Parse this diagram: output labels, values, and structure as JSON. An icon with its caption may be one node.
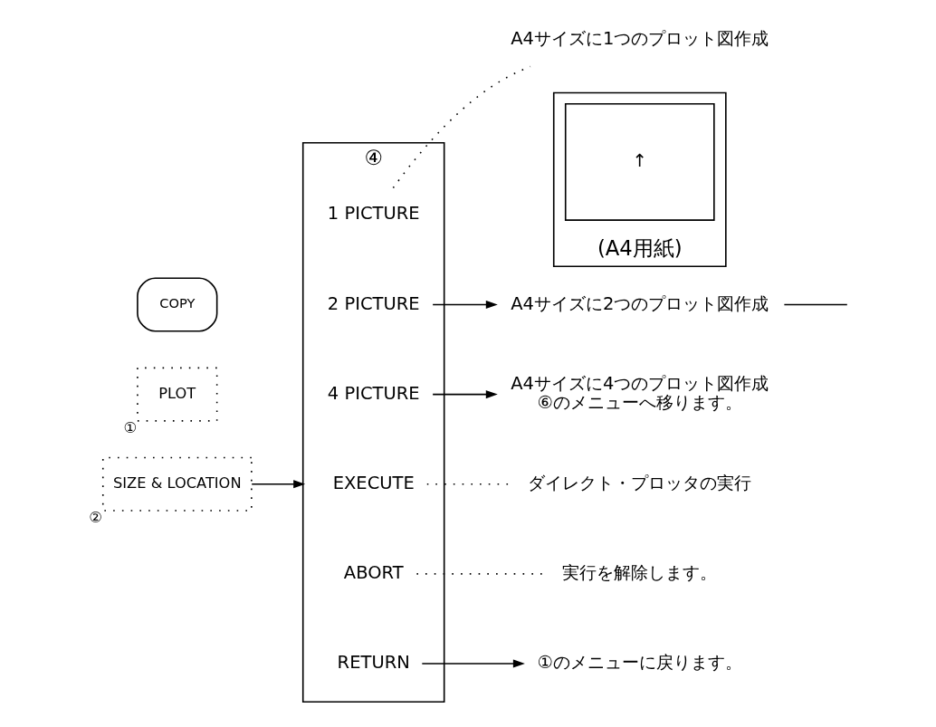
{
  "diagram": {
    "nodes": [
      {
        "text": [
          "COPY"
        ]
      },
      {
        "text": [
          "PLOT"
        ],
        "beside": [
          "①"
        ]
      },
      {
        "text": [
          "SIZE & LOCATION"
        ],
        "beside": [
          "②"
        ]
      },
      {
        "text": [
          "④"
        ]
      },
      {
        "text": [
          "1 PICTURE"
        ],
        "in": 3
      },
      {
        "text": [
          "2 PICTURE"
        ],
        "in": 3
      },
      {
        "text": [
          "4 PICTURE"
        ],
        "in": 3
      },
      {
        "text": [
          "EXECUTE"
        ],
        "in": 3
      },
      {
        "text": [
          "ABORT"
        ],
        "in": 3
      },
      {
        "text": [
          "RETURN"
        ],
        "in": 3
      },
      {
        "text": [
          "A4サイズに1つのプロット図作成"
        ]
      },
      {
        "text": [],
        "shape": "box",
        "beside": [
          "(A4用紙)"
        ]
      },
      {
        "text": [
          "↑"
        ],
        "in": 11
      },
      {
        "text": [
          "A4サイズに2つのプロット図作成"
        ]
      },
      {
        "text": [
          "A4サイズに4つのプロット図作成",
          "⑥のメニューへ移ります。"
        ]
      },
      {
        "text": [
          "ダイレクト・プロッタの実行"
        ]
      },
      {
        "text": [
          "実行を解除します。"
        ]
      },
      {
        "text": [
          "①のメニューに戻ります。"
        ]
      }
    ],
    "edges": [
      {
        "from": 2,
        "to": 3,
        "arrow": "to"
      },
      {
        "from": 4,
        "to": 10,
        "arrow": "none",
        "style": "dashed"
      },
      {
        "from": 5,
        "to": 13,
        "arrow": "to"
      },
      {
        "from": 6,
        "to": 14,
        "arrow": "to"
      },
      {
        "from": 7,
        "to": 15,
        "arrow": "none",
        "style": "dashed"
      },
      {
        "from": 8,
        "to": 16,
        "arrow": "none",
        "style": "dashed"
      },
      {
        "from": 9,
        "to": 17,
        "arrow": "to"
      },
      {
        "from": 13,
        "to": null,
        "arrow": "none"
      }
    ]
  }
}
